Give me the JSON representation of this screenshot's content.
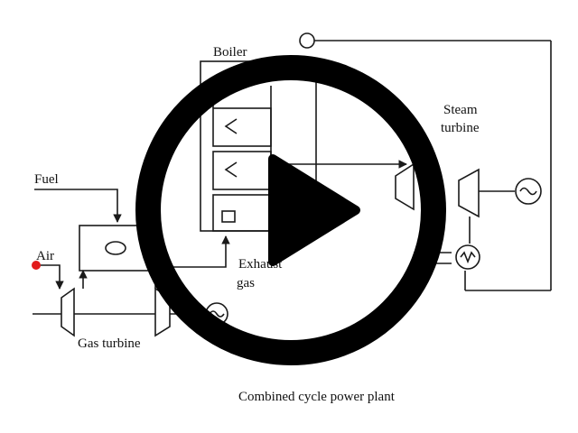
{
  "diagram": {
    "caption": "Combined cycle power plant",
    "labels": {
      "boiler": "Boiler",
      "steam_turbine_line1": "Steam",
      "steam_turbine_line2": "turbine",
      "fuel": "Fuel",
      "air": "Air",
      "exhaust_line1": "Exhaust",
      "exhaust_line2": "gas",
      "gas_turbine": "Gas turbine"
    }
  },
  "video_overlay": {
    "control": "play-button",
    "marker_color": "#e21b1b",
    "line_color": "#1a1a1a"
  }
}
